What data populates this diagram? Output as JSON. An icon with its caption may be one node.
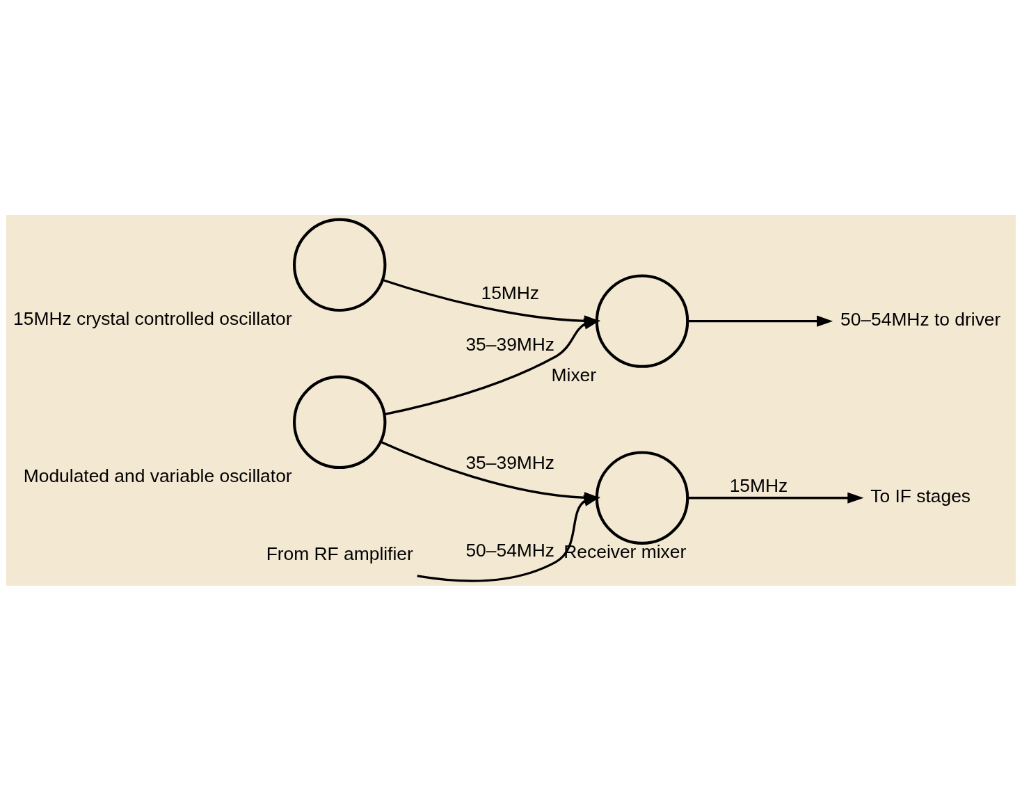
{
  "diagram": {
    "nodes": [
      {
        "text": [],
        "shape": "circle",
        "beside": [
          "Mixer"
        ]
      },
      {
        "text": [],
        "shape": "circle",
        "beside": [
          "Modulated and variable oscillator"
        ]
      },
      {
        "text": [],
        "shape": "circle",
        "beside": [
          "15MHz crystal controlled oscillator"
        ]
      },
      {
        "text": [],
        "shape": "circle",
        "beside": [
          "Receiver mixer"
        ]
      },
      {
        "text": [
          "50–54MHz to driver"
        ]
      },
      {
        "text": [
          "From RF amplifier"
        ]
      },
      {
        "text": [
          "To IF stages"
        ]
      }
    ],
    "edges": [
      {
        "from": 1,
        "to": 0,
        "arrow": "to",
        "label": "35–39MHz"
      },
      {
        "from": 1,
        "to": 3,
        "arrow": "to",
        "label": "35–39MHz"
      },
      {
        "from": 2,
        "to": 0,
        "arrow": "to",
        "label": "15MHz"
      },
      {
        "from": 0,
        "to": 4,
        "arrow": "to"
      },
      {
        "from": 5,
        "to": 3,
        "arrow": "to",
        "label": "50–54MHz"
      },
      {
        "from": 3,
        "to": 6,
        "arrow": "to",
        "label": "15MHz"
      }
    ]
  }
}
